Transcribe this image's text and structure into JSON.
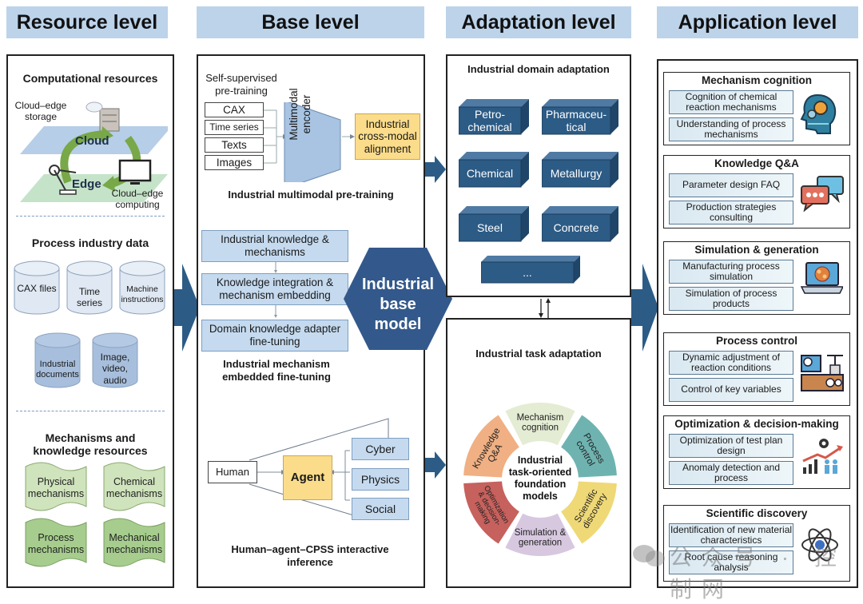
{
  "headers": {
    "resource": "Resource level",
    "base": "Base level",
    "adaptation": "Adaptation level",
    "application": "Application level"
  },
  "resource": {
    "computational": {
      "title": "Computational resources",
      "storage_label": "Cloud–edge storage",
      "cloud_label": "Cloud",
      "edge_label": "Edge",
      "computing_label": "Cloud–edge computing"
    },
    "data": {
      "title": "Process industry data",
      "items": [
        "CAX files",
        "Time series",
        "Machine instructions",
        "Industrial documents",
        "Image, video, audio"
      ]
    },
    "knowledge": {
      "title": "Mechanisms and knowledge resources",
      "items": [
        "Physical mechanisms",
        "Chemical mechanisms",
        "Process mechanisms",
        "Mechanical mechanisms"
      ]
    }
  },
  "base": {
    "pretraining": {
      "subtitle": "Self-supervised pre-training",
      "inputs": [
        "CAX",
        "Time series",
        "Texts",
        "Images"
      ],
      "encoder": "Multimodal encoder",
      "alignment": "Industrial cross-modal alignment",
      "title": "Industrial multimodal pre-training"
    },
    "finetuning": {
      "steps": [
        "Industrial knowledge & mechanisms",
        "Knowledge integration & mechanism embedding",
        "Domain knowledge adapter fine-tuning"
      ],
      "title": "Industrial mechanism embedded fine-tuning"
    },
    "core": "Industrial base model",
    "inference": {
      "human": "Human",
      "agent": "Agent",
      "targets": [
        "Cyber",
        "Physics",
        "Social"
      ],
      "title": "Human–agent–CPSS interactive inference"
    }
  },
  "adaptation": {
    "domain": {
      "title": "Industrial domain adaptation",
      "domains": [
        "Petro-chemical",
        "Pharmaceu-tical",
        "Chemical",
        "Metallurgy",
        "Steel",
        "Concrete",
        "..."
      ]
    },
    "task": {
      "title": "Industrial task adaptation",
      "center": "Industrial task-oriented foundation models",
      "segments": [
        {
          "label": "Mechanism cognition",
          "color": "#e4ecd3"
        },
        {
          "label": "Process control",
          "color": "#6fb3b1"
        },
        {
          "label": "Scientific discovery",
          "color": "#efd977"
        },
        {
          "label": "Simulation & generation",
          "color": "#d7c8e0"
        },
        {
          "label": "Optimization & decision-making",
          "color": "#c7615d"
        },
        {
          "label": "Knowledge Q&A",
          "color": "#f0b083"
        }
      ]
    }
  },
  "application": {
    "groups": [
      {
        "title": "Mechanism cognition",
        "items": [
          "Cognition of chemical reaction mechanisms",
          "Understanding of process mechanisms"
        ],
        "icon": "brain-gear-icon"
      },
      {
        "title": "Knowledge Q&A",
        "items": [
          "Parameter design FAQ",
          "Production strategies consulting"
        ],
        "icon": "chat-bubbles-icon"
      },
      {
        "title": "Simulation & generation",
        "items": [
          "Manufacturing process simulation",
          "Simulation of process products"
        ],
        "icon": "laptop-molecule-icon"
      },
      {
        "title": "Process control",
        "items": [
          "Dynamic adjustment of reaction conditions",
          "Control of key variables"
        ],
        "icon": "control-panel-icon"
      },
      {
        "title": "Optimization & decision-making",
        "items": [
          "Optimization of test plan design",
          "Anomaly detection and process"
        ],
        "icon": "growth-chart-icon"
      },
      {
        "title": "Scientific discovery",
        "items": [
          "Identification of new material characteristics",
          "Root cause reasoning analysis"
        ],
        "icon": "atom-icon"
      }
    ]
  },
  "watermark": "公众号 · 控制网",
  "colors": {
    "header_bg": "#bcd3ea",
    "arrow": "#2c5c86",
    "hexagon": "#33598c",
    "cube": "#2c5b85",
    "light_blue": "#c5daef",
    "yellow": "#fbdc8a"
  }
}
